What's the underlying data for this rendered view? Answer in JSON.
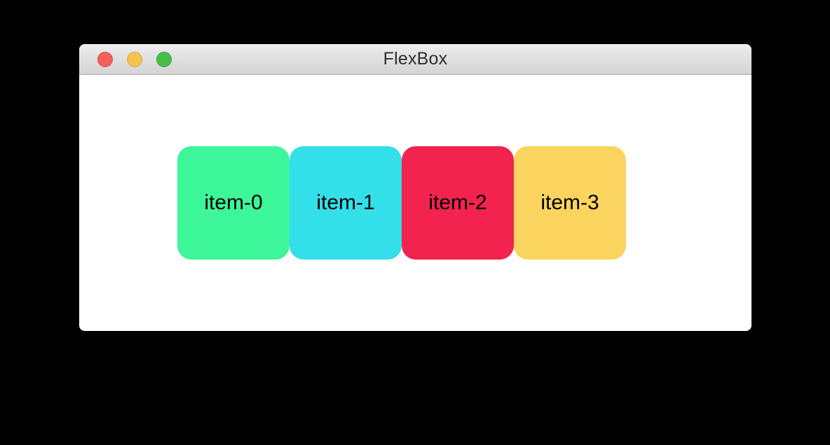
{
  "page": {
    "background_color": "#000000"
  },
  "window": {
    "title": "FlexBox",
    "background_color": "#ffffff",
    "titlebar": {
      "gradient_top": "#efeeef",
      "gradient_bottom": "#d5d4d5",
      "border_color": "#ababab",
      "title_color": "#2d2d2d"
    },
    "traffic_lights": [
      {
        "name": "close",
        "color": "#f2625a",
        "border": "#dd4f47"
      },
      {
        "name": "minimize",
        "color": "#f6c351",
        "border": "#dba83e"
      },
      {
        "name": "zoom",
        "color": "#46be4a",
        "border": "#35a93a"
      }
    ]
  },
  "items": [
    {
      "label": "item-0",
      "color": "#3df699"
    },
    {
      "label": "item-1",
      "color": "#33dfe8"
    },
    {
      "label": "item-2",
      "color": "#f2234e"
    },
    {
      "label": "item-3",
      "color": "#fad45e"
    }
  ]
}
